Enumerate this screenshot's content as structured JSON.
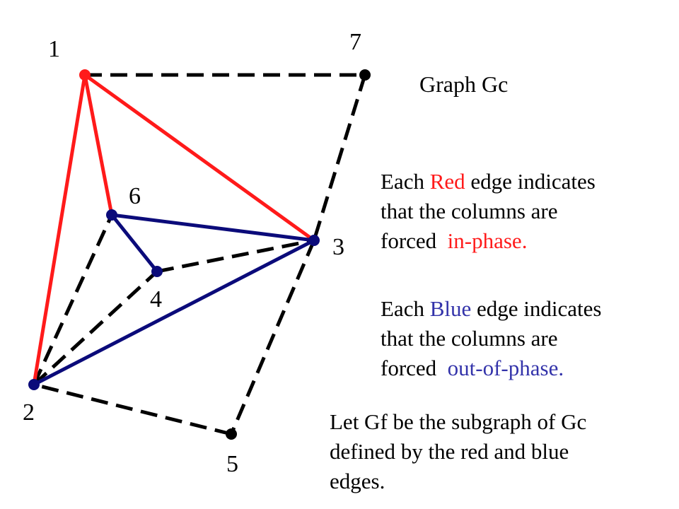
{
  "title": "Graph Gc",
  "colors": {
    "red": "#ff1a1a",
    "blue": "#0b0b7a",
    "blue_text": "#3333aa",
    "black": "#000000"
  },
  "graph": {
    "nodes": [
      {
        "id": "1",
        "label": "1",
        "color": "red"
      },
      {
        "id": "2",
        "label": "2",
        "color": "blue"
      },
      {
        "id": "3",
        "label": "3",
        "color": "blue"
      },
      {
        "id": "4",
        "label": "4",
        "color": "blue"
      },
      {
        "id": "5",
        "label": "5",
        "color": "black"
      },
      {
        "id": "6",
        "label": "6",
        "color": "blue"
      },
      {
        "id": "7",
        "label": "7",
        "color": "black"
      }
    ],
    "edges": [
      {
        "from": "1",
        "to": "7",
        "style": "dashed"
      },
      {
        "from": "7",
        "to": "3",
        "style": "dashed"
      },
      {
        "from": "3",
        "to": "5",
        "style": "dashed"
      },
      {
        "from": "5",
        "to": "2",
        "style": "dashed"
      },
      {
        "from": "2",
        "to": "6",
        "style": "dashed"
      },
      {
        "from": "2",
        "to": "4",
        "style": "dashed"
      },
      {
        "from": "4",
        "to": "3",
        "style": "dashed"
      },
      {
        "from": "1",
        "to": "2",
        "style": "red"
      },
      {
        "from": "1",
        "to": "6",
        "style": "red"
      },
      {
        "from": "1",
        "to": "3",
        "style": "red"
      },
      {
        "from": "6",
        "to": "3",
        "style": "blue"
      },
      {
        "from": "6",
        "to": "4",
        "style": "blue"
      },
      {
        "from": "2",
        "to": "3",
        "style": "blue"
      }
    ]
  },
  "red_text": {
    "prefix": "Each ",
    "colored": "Red",
    "after": " edge indicates",
    "line2": "that the columns are",
    "line3_prefix": "forced  ",
    "line3_colored": "in-phase."
  },
  "blue_text": {
    "prefix": "Each ",
    "colored": "Blue",
    "after": " edge indicates",
    "line2": "that the columns are",
    "line3_prefix": "forced  ",
    "line3_colored": "out-of-phase."
  },
  "subgraph_text": {
    "line1": "Let Gf be the subgraph of Gc",
    "line2": "defined by the red and blue",
    "line3": "edges."
  }
}
